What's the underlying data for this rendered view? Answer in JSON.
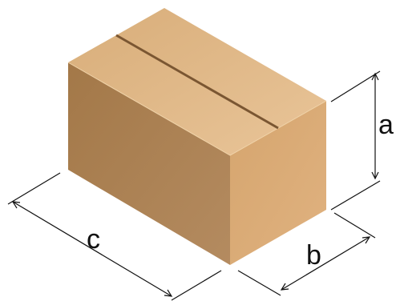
{
  "labels": {
    "height": "a",
    "depth": "b",
    "length": "c"
  },
  "colors": {
    "background": "#ffffff",
    "box_front": "#a97f52",
    "box_side": "#d9aa75",
    "box_top": "#e3bd8e",
    "tape_seam": "#7a5632",
    "dimension_lines": "#111111"
  }
}
